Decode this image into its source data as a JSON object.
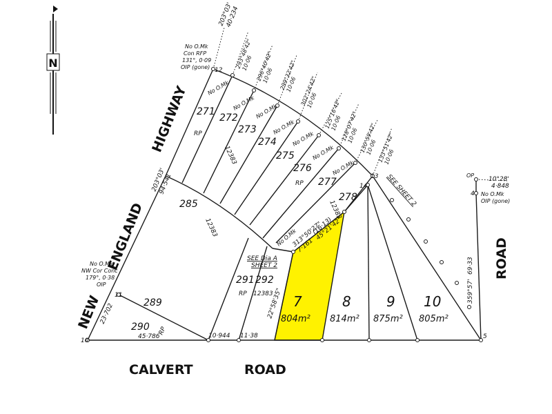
{
  "roads": {
    "new_england_highway": [
      "NEW",
      "ENGLAND",
      "HIGHWAY"
    ],
    "calvert_road": [
      "CALVERT",
      "ROAD"
    ],
    "east_road": "ROAD"
  },
  "north_arrow": "N",
  "highlight_color": "#fff200",
  "lots": [
    {
      "id": "271",
      "label": "271"
    },
    {
      "id": "272",
      "label": "272"
    },
    {
      "id": "273",
      "label": "273"
    },
    {
      "id": "274",
      "label": "274"
    },
    {
      "id": "275",
      "label": "275"
    },
    {
      "id": "276",
      "label": "276"
    },
    {
      "id": "277",
      "label": "277"
    },
    {
      "id": "278",
      "label": "278"
    },
    {
      "id": "285",
      "label": "285"
    },
    {
      "id": "289",
      "label": "289"
    },
    {
      "id": "290",
      "label": "290"
    },
    {
      "id": "291",
      "label": "291"
    },
    {
      "id": "292",
      "label": "292"
    },
    {
      "id": "7",
      "label": "7",
      "area": "804m²",
      "highlighted": true
    },
    {
      "id": "8",
      "label": "8",
      "area": "814m²"
    },
    {
      "id": "9",
      "label": "9",
      "area": "875m²"
    },
    {
      "id": "10",
      "label": "10",
      "area": "805m²"
    }
  ],
  "rp_labels": [
    "RP",
    "RP",
    "RP",
    "RP",
    "RP"
  ],
  "plan_numbers": [
    "12383",
    "12383",
    "12383",
    "12383",
    "12383"
  ],
  "station_marks": [
    "12",
    "13",
    "14",
    "10",
    "11",
    "5",
    "4"
  ],
  "dimensions": {
    "west_upper": "203°03'",
    "west_upper_len": "94·541",
    "north_top": "203°03'",
    "north_top_len": "40·234",
    "nw_side": "23·702",
    "south_1": "45·786",
    "south_2": "10·944",
    "south_3": "11·38",
    "lot7_west": "22°58'35\"",
    "lot7_bearing": "313°50'27\"",
    "lot7_len": "7·161",
    "lot7_ne": "(16·13)",
    "lot7_ne_bearing": "45°21'42\"",
    "east_len": "69·33",
    "east_bearing": "359°57'",
    "ne_peg_bearing": "10°28'",
    "ne_peg_len": "4·848"
  },
  "radial_bearings": [
    {
      "bearing": "293°48'42\"",
      "len": "10·06"
    },
    {
      "bearing": "296°40'42\"",
      "len": "10·06"
    },
    {
      "bearing": "299°32'42\"",
      "len": "10·06"
    },
    {
      "bearing": "302°24'42\"",
      "len": "10·06"
    },
    {
      "bearing": "125°16'42\"",
      "len": "10·06"
    },
    {
      "bearing": "128°07'42\"",
      "len": "10·06"
    },
    {
      "bearing": "130°59'42\"",
      "len": "10·06"
    },
    {
      "bearing": "133°51'42\"",
      "len": "10·06"
    }
  ],
  "notes": {
    "no_omk": "No O.Mk",
    "top_note": [
      "No O.Mk",
      "Con RFP",
      "131°, 0·09",
      "OIP (gone)"
    ],
    "west_note": [
      "No O.Mk",
      "NW Cor Conc",
      "179°, 0·38",
      "OIP"
    ],
    "east_note": [
      "No O.Mk",
      "OIP (gone)"
    ],
    "op": "OP",
    "see_dia": [
      "SEE Dia A",
      "SHEET 2"
    ],
    "see_sheet": "SEE SHEET 2"
  }
}
